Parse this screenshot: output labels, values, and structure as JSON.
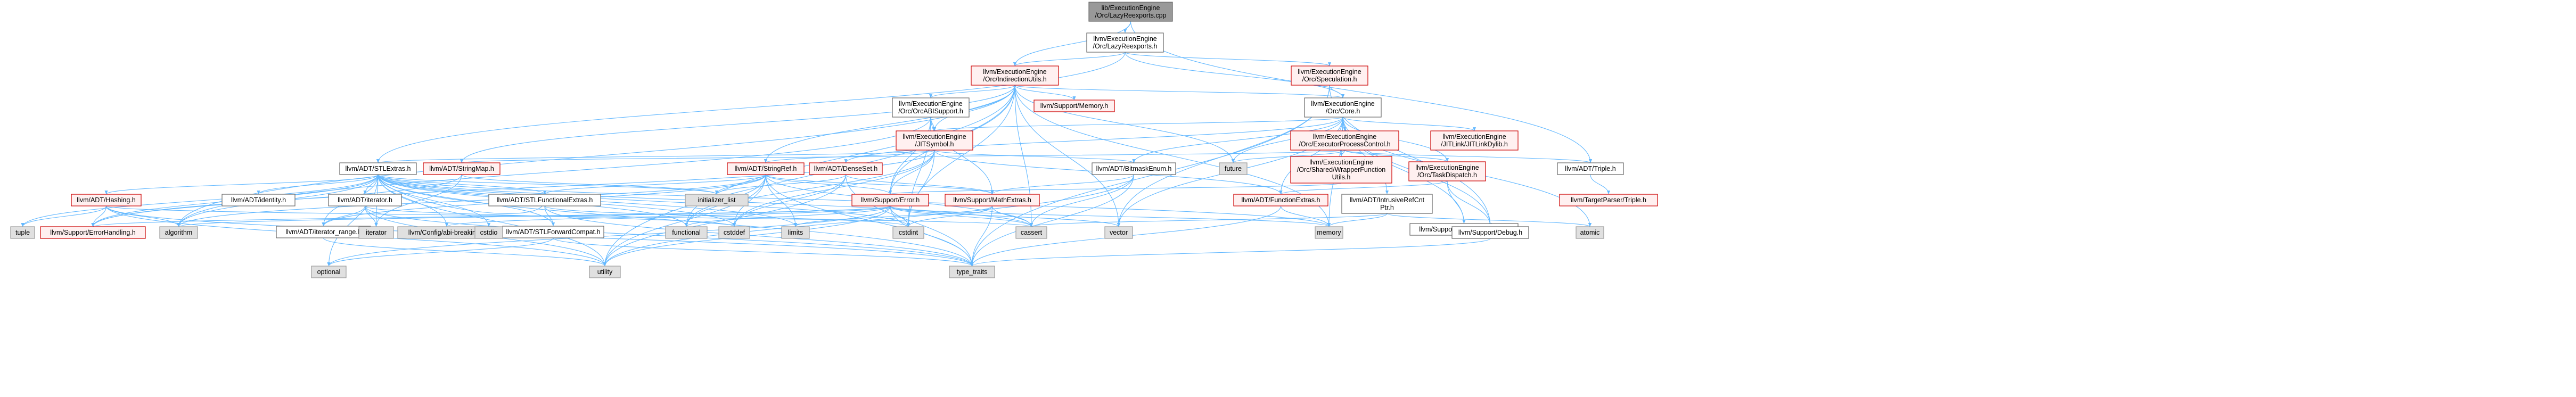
{
  "colors": {
    "root_fill": "#999999",
    "root_stroke": "#666666",
    "red_fill": "#fff0f0",
    "red_stroke": "#cc0000",
    "gray_fill": "#e0e0e0",
    "gray_stroke": "#999999",
    "plain_fill": "#ffffff",
    "plain_stroke": "#666666",
    "edge": "#63b8ff"
  },
  "nodes": [
    {
      "id": "root",
      "label": "lib/ExecutionEngine\n/Orc/LazyReexports.cpp",
      "kind": "root"
    },
    {
      "id": "lazyre",
      "label": "llvm/ExecutionEngine\n/Orc/LazyReexports.h",
      "kind": "plain"
    },
    {
      "id": "indir",
      "label": "llvm/ExecutionEngine\n/Orc/IndirectionUtils.h",
      "kind": "red"
    },
    {
      "id": "spec",
      "label": "llvm/ExecutionEngine\n/Orc/Speculation.h",
      "kind": "red"
    },
    {
      "id": "orcabi",
      "label": "llvm/ExecutionEngine\n/Orc/OrcABISupport.h",
      "kind": "plain"
    },
    {
      "id": "memory_h",
      "label": "llvm/Support/Memory.h",
      "kind": "red"
    },
    {
      "id": "core",
      "label": "llvm/ExecutionEngine\n/Orc/Core.h",
      "kind": "plain"
    },
    {
      "id": "jitsym",
      "label": "llvm/ExecutionEngine\n/JITSymbol.h",
      "kind": "red"
    },
    {
      "id": "epc",
      "label": "llvm/ExecutionEngine\n/Orc/ExecutorProcessControl.h",
      "kind": "red"
    },
    {
      "id": "jitlink",
      "label": "llvm/ExecutionEngine\n/JITLink/JITLinkDylib.h",
      "kind": "red"
    },
    {
      "id": "stlextras",
      "label": "llvm/ADT/STLExtras.h",
      "kind": "plain"
    },
    {
      "id": "stringmap",
      "label": "llvm/ADT/StringMap.h",
      "kind": "red"
    },
    {
      "id": "stringref",
      "label": "llvm/ADT/StringRef.h",
      "kind": "red"
    },
    {
      "id": "densetset",
      "label": "llvm/ADT/DenseSet.h",
      "kind": "red"
    },
    {
      "id": "bitmask",
      "label": "llvm/ADT/BitmaskEnum.h",
      "kind": "plain"
    },
    {
      "id": "swrapper",
      "label": "llvm/ExecutionEngine\n/Orc/Shared/WrapperFunction\nUtils.h",
      "kind": "red"
    },
    {
      "id": "taskdisp",
      "label": "llvm/ExecutionEngine\n/Orc/TaskDispatch.h",
      "kind": "red"
    },
    {
      "id": "triple",
      "label": "llvm/ADT/Triple.h",
      "kind": "plain"
    },
    {
      "id": "tptriple",
      "label": "llvm/TargetParser/Triple.h",
      "kind": "red"
    },
    {
      "id": "extcxx",
      "label": "llvm/Support/ExtensibleRTTI.h",
      "kind": "plain"
    },
    {
      "id": "hashing",
      "label": "llvm/ADT/Hashing.h",
      "kind": "red"
    },
    {
      "id": "identity",
      "label": "llvm/ADT/identity.h",
      "kind": "plain"
    },
    {
      "id": "iterator",
      "label": "llvm/ADT/iterator.h",
      "kind": "plain"
    },
    {
      "id": "stlfunc",
      "label": "llvm/ADT/STLFunctionalExtras.h",
      "kind": "plain"
    },
    {
      "id": "stlfwd",
      "label": "llvm/ADT/STLForwardCompat.h",
      "kind": "plain"
    },
    {
      "id": "iterrange",
      "label": "llvm/ADT/iterator_range.h",
      "kind": "plain"
    },
    {
      "id": "errh",
      "label": "llvm/Support/Error.h",
      "kind": "red"
    },
    {
      "id": "mathex",
      "label": "llvm/Support/MathExtras.h",
      "kind": "red"
    },
    {
      "id": "funcext",
      "label": "llvm/ADT/FunctionExtras.h",
      "kind": "red"
    },
    {
      "id": "intrusive",
      "label": "llvm/ADT/IntrusiveRefCnt\nPtr.h",
      "kind": "plain"
    },
    {
      "id": "debug",
      "label": "llvm/Support/Debug.h",
      "kind": "plain"
    },
    {
      "id": "errhand",
      "label": "llvm/Support/ErrorHandling.h",
      "kind": "red"
    },
    {
      "id": "cfgbreak",
      "label": "llvm/Config/abi-breaking.h",
      "kind": "gray"
    },
    {
      "id": "future",
      "label": "future",
      "kind": "gray"
    },
    {
      "id": "initlist",
      "label": "initializer_list",
      "kind": "gray"
    },
    {
      "id": "algorithm",
      "label": "algorithm",
      "kind": "gray"
    },
    {
      "id": "tuple",
      "label": "tuple",
      "kind": "gray"
    },
    {
      "id": "iteratorS",
      "label": "iterator",
      "kind": "gray"
    },
    {
      "id": "cstdio",
      "label": "cstdio",
      "kind": "gray"
    },
    {
      "id": "functional",
      "label": "functional",
      "kind": "gray"
    },
    {
      "id": "cstddef",
      "label": "cstddef",
      "kind": "gray"
    },
    {
      "id": "limits",
      "label": "limits",
      "kind": "gray"
    },
    {
      "id": "cassert",
      "label": "cassert",
      "kind": "gray"
    },
    {
      "id": "cstdint",
      "label": "cstdint",
      "kind": "gray"
    },
    {
      "id": "vector",
      "label": "vector",
      "kind": "gray"
    },
    {
      "id": "memoryS",
      "label": "memory",
      "kind": "gray"
    },
    {
      "id": "atomic",
      "label": "atomic",
      "kind": "gray"
    },
    {
      "id": "optional",
      "label": "optional",
      "kind": "gray"
    },
    {
      "id": "utility",
      "label": "utility",
      "kind": "gray"
    },
    {
      "id": "typetraits",
      "label": "type_traits",
      "kind": "gray"
    }
  ],
  "edges": [
    [
      "root",
      "lazyre"
    ],
    [
      "root",
      "indir"
    ],
    [
      "root",
      "triple"
    ],
    [
      "lazyre",
      "indir"
    ],
    [
      "lazyre",
      "spec"
    ],
    [
      "lazyre",
      "core"
    ],
    [
      "lazyre",
      "stlextras"
    ],
    [
      "indir",
      "orcabi"
    ],
    [
      "indir",
      "memory_h"
    ],
    [
      "indir",
      "core"
    ],
    [
      "indir",
      "jitsym"
    ],
    [
      "indir",
      "stringmap"
    ],
    [
      "indir",
      "stringref"
    ],
    [
      "indir",
      "errh"
    ],
    [
      "indir",
      "cassert"
    ],
    [
      "indir",
      "cstdint"
    ],
    [
      "indir",
      "functional"
    ],
    [
      "indir",
      "future"
    ],
    [
      "indir",
      "memoryS"
    ],
    [
      "indir",
      "utility"
    ],
    [
      "indir",
      "vector"
    ],
    [
      "indir",
      "algorithm"
    ],
    [
      "spec",
      "core"
    ],
    [
      "spec",
      "debug"
    ],
    [
      "spec",
      "typetraits"
    ],
    [
      "spec",
      "vector"
    ],
    [
      "orcabi",
      "jitsym"
    ],
    [
      "orcabi",
      "errh"
    ],
    [
      "orcabi",
      "mathex"
    ],
    [
      "orcabi",
      "cstdint"
    ],
    [
      "orcabi",
      "algorithm"
    ],
    [
      "core",
      "bitmask"
    ],
    [
      "core",
      "densetset"
    ],
    [
      "core",
      "funcext"
    ],
    [
      "core",
      "intrusive"
    ],
    [
      "core",
      "jitsym"
    ],
    [
      "core",
      "epc"
    ],
    [
      "core",
      "jitlink"
    ],
    [
      "core",
      "swrapper"
    ],
    [
      "core",
      "taskdisp"
    ],
    [
      "core",
      "extcxx"
    ],
    [
      "core",
      "debug"
    ],
    [
      "core",
      "atomic"
    ],
    [
      "core",
      "future"
    ],
    [
      "core",
      "memoryS"
    ],
    [
      "core",
      "vector"
    ],
    [
      "jitsym",
      "bitmask"
    ],
    [
      "jitsym",
      "stringref"
    ],
    [
      "jitsym",
      "funcext"
    ],
    [
      "jitsym",
      "errh"
    ],
    [
      "jitsym",
      "stlextras"
    ],
    [
      "jitsym",
      "cstdint"
    ],
    [
      "jitsym",
      "cstddef"
    ],
    [
      "jitsym",
      "functional"
    ],
    [
      "jitsym",
      "errhand"
    ],
    [
      "epc",
      "triple"
    ],
    [
      "epc",
      "swrapper"
    ],
    [
      "epc",
      "taskdisp"
    ],
    [
      "epc",
      "stringmap"
    ],
    [
      "epc",
      "future"
    ],
    [
      "swrapper",
      "errh"
    ],
    [
      "taskdisp",
      "extcxx"
    ],
    [
      "taskdisp",
      "debug"
    ],
    [
      "taskdisp",
      "funcext"
    ],
    [
      "triple",
      "tptriple"
    ],
    [
      "stlextras",
      "hashing"
    ],
    [
      "stlextras",
      "identity"
    ],
    [
      "stlextras",
      "iterator"
    ],
    [
      "stlextras",
      "stlfunc"
    ],
    [
      "stlextras",
      "stlfwd"
    ],
    [
      "stlextras",
      "iterrange"
    ],
    [
      "stlextras",
      "errhand"
    ],
    [
      "stlextras",
      "cfgbreak"
    ],
    [
      "stlextras",
      "algorithm"
    ],
    [
      "stlextras",
      "tuple"
    ],
    [
      "stlextras",
      "iteratorS"
    ],
    [
      "stlextras",
      "cstdio"
    ],
    [
      "stlextras",
      "functional"
    ],
    [
      "stlextras",
      "cstddef"
    ],
    [
      "stlextras",
      "limits"
    ],
    [
      "stlextras",
      "cassert"
    ],
    [
      "stlextras",
      "cstdint"
    ],
    [
      "stlextras",
      "memoryS"
    ],
    [
      "stlextras",
      "initlist"
    ],
    [
      "stlextras",
      "optional"
    ],
    [
      "stlextras",
      "utility"
    ],
    [
      "stlextras",
      "typetraits"
    ],
    [
      "stringmap",
      "initlist"
    ],
    [
      "stringmap",
      "iteratorS"
    ],
    [
      "stringmap",
      "errhand"
    ],
    [
      "stringref",
      "stlfunc"
    ],
    [
      "stringref",
      "iterrange"
    ],
    [
      "stringref",
      "errh"
    ],
    [
      "stringref",
      "mathex"
    ],
    [
      "stringref",
      "cassert"
    ],
    [
      "stringref",
      "cstddef"
    ],
    [
      "stringref",
      "limits"
    ],
    [
      "stringref",
      "typetraits"
    ],
    [
      "stringref",
      "utility"
    ],
    [
      "stringref",
      "algorithm"
    ],
    [
      "stringref",
      "functional"
    ],
    [
      "stringref",
      "initlist"
    ],
    [
      "densetset",
      "initlist"
    ],
    [
      "densetset",
      "cstddef"
    ],
    [
      "densetset",
      "utility"
    ],
    [
      "densetset",
      "typetraits"
    ],
    [
      "densetset",
      "mathex"
    ],
    [
      "bitmask",
      "mathex"
    ],
    [
      "bitmask",
      "cassert"
    ],
    [
      "bitmask",
      "typetraits"
    ],
    [
      "bitmask",
      "utility"
    ],
    [
      "hashing",
      "errhand"
    ],
    [
      "hashing",
      "algorithm"
    ],
    [
      "hashing",
      "tuple"
    ],
    [
      "hashing",
      "typetraits"
    ],
    [
      "hashing",
      "utility"
    ],
    [
      "hashing",
      "cassert"
    ],
    [
      "iterator",
      "iterrange"
    ],
    [
      "iterator",
      "iteratorS"
    ],
    [
      "iterator",
      "cstddef"
    ],
    [
      "iterator",
      "utility"
    ],
    [
      "iterator",
      "typetraits"
    ],
    [
      "stlfunc",
      "stlextras"
    ],
    [
      "stlfunc",
      "stlfwd"
    ],
    [
      "stlfunc",
      "cstdint"
    ],
    [
      "stlfunc",
      "typetraits"
    ],
    [
      "stlfwd",
      "optional"
    ],
    [
      "stlfwd",
      "typetraits"
    ],
    [
      "iterrange",
      "utility"
    ],
    [
      "errh",
      "cfgbreak"
    ],
    [
      "errh",
      "errhand"
    ],
    [
      "errh",
      "cassert"
    ],
    [
      "errh",
      "cstdint"
    ],
    [
      "errh",
      "functional"
    ],
    [
      "errh",
      "memoryS"
    ],
    [
      "errh",
      "optional"
    ],
    [
      "errh",
      "string"
    ],
    [
      "errh",
      "utility"
    ],
    [
      "errh",
      "vector"
    ],
    [
      "errh",
      "typetraits"
    ],
    [
      "errh",
      "algorithm"
    ],
    [
      "mathex",
      "cassert"
    ],
    [
      "mathex",
      "limits"
    ],
    [
      "mathex",
      "typetraits"
    ],
    [
      "mathex",
      "cstdint"
    ],
    [
      "funcext",
      "memoryS"
    ],
    [
      "funcext",
      "typetraits"
    ],
    [
      "intrusive",
      "atomic"
    ],
    [
      "intrusive",
      "cassert"
    ],
    [
      "intrusive",
      "memoryS"
    ],
    [
      "debug",
      "typetraits"
    ]
  ]
}
